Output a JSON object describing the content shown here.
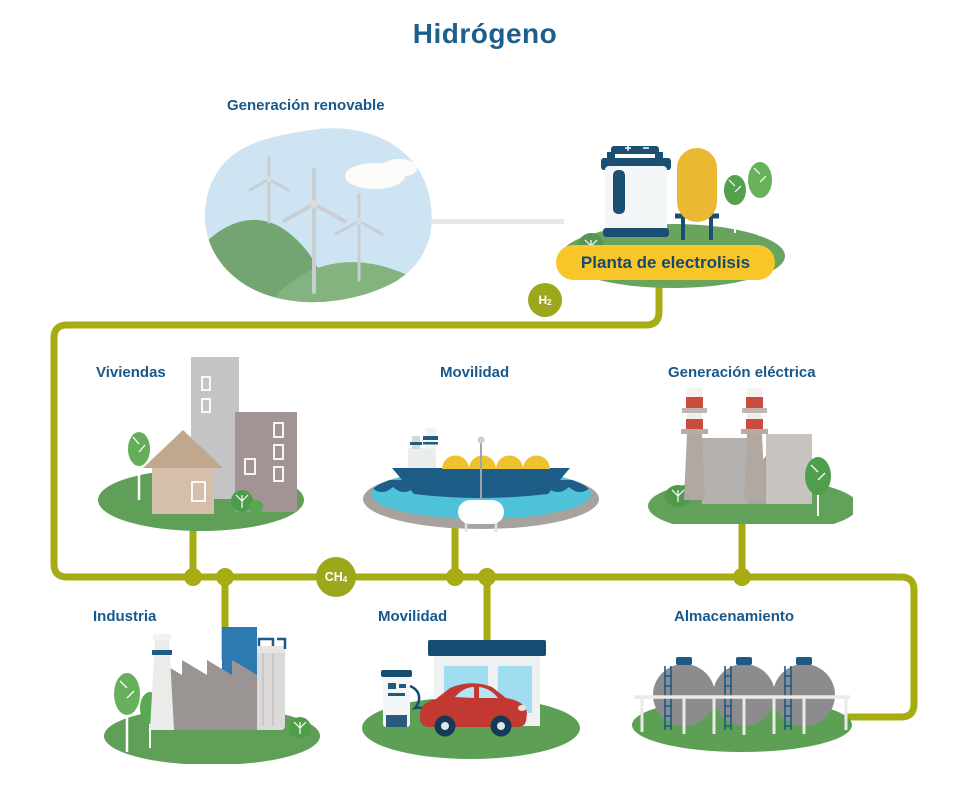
{
  "title": "Hidrógeno",
  "labels": {
    "source": "Generación renovable",
    "plant": "Planta de electrolisis",
    "row1": [
      {
        "id": "viviendas",
        "label": "Viviendas"
      },
      {
        "id": "movilidad-maritima",
        "label": "Movilidad"
      },
      {
        "id": "generacion-electrica",
        "label": "Generación eléctrica"
      }
    ],
    "row2": [
      {
        "id": "industria",
        "label": "Industria"
      },
      {
        "id": "movilidad-terrestre",
        "label": "Movilidad"
      },
      {
        "id": "almacenamiento",
        "label": "Almacenamiento"
      }
    ]
  },
  "badges": {
    "h2": {
      "symbol": "H",
      "subscript": "2"
    },
    "ch4": {
      "symbol": "CH",
      "subscript": "4"
    }
  },
  "colors": {
    "title_blue": "#1d5f8c",
    "label_blue": "#17598c",
    "pill_yellow": "#f9c62a",
    "pill_text": "#174a70",
    "pipe_olive": "#a6ac12",
    "badge_olive": "#9da71c",
    "navy": "#1d5a85",
    "grass_green": "#5f9f58"
  }
}
